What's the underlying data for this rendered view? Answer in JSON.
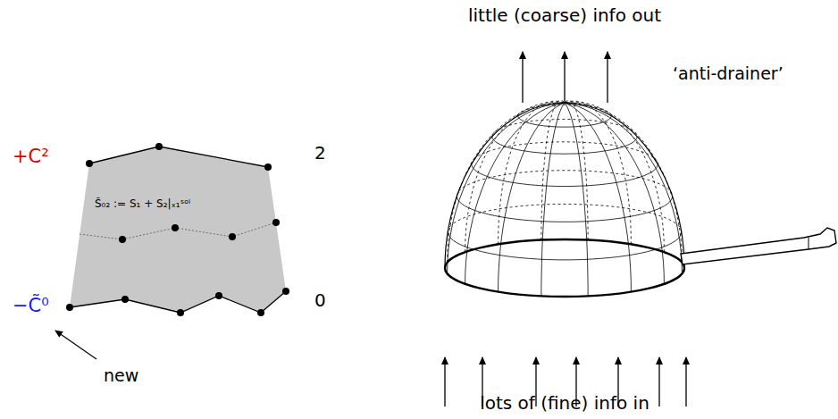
{
  "diagram": {
    "nodes": [
      {
        "text": [
          "S̃₀₂ := S₁ + S₂|ₓ₁ˢᵒˡ"
        ]
      }
    ],
    "labels": [
      "+C²",
      "2",
      "−C̃⁰",
      "0",
      "new",
      "little (coarse) info out",
      "‘anti-drainer’",
      "lots of (fine) info in"
    ]
  }
}
